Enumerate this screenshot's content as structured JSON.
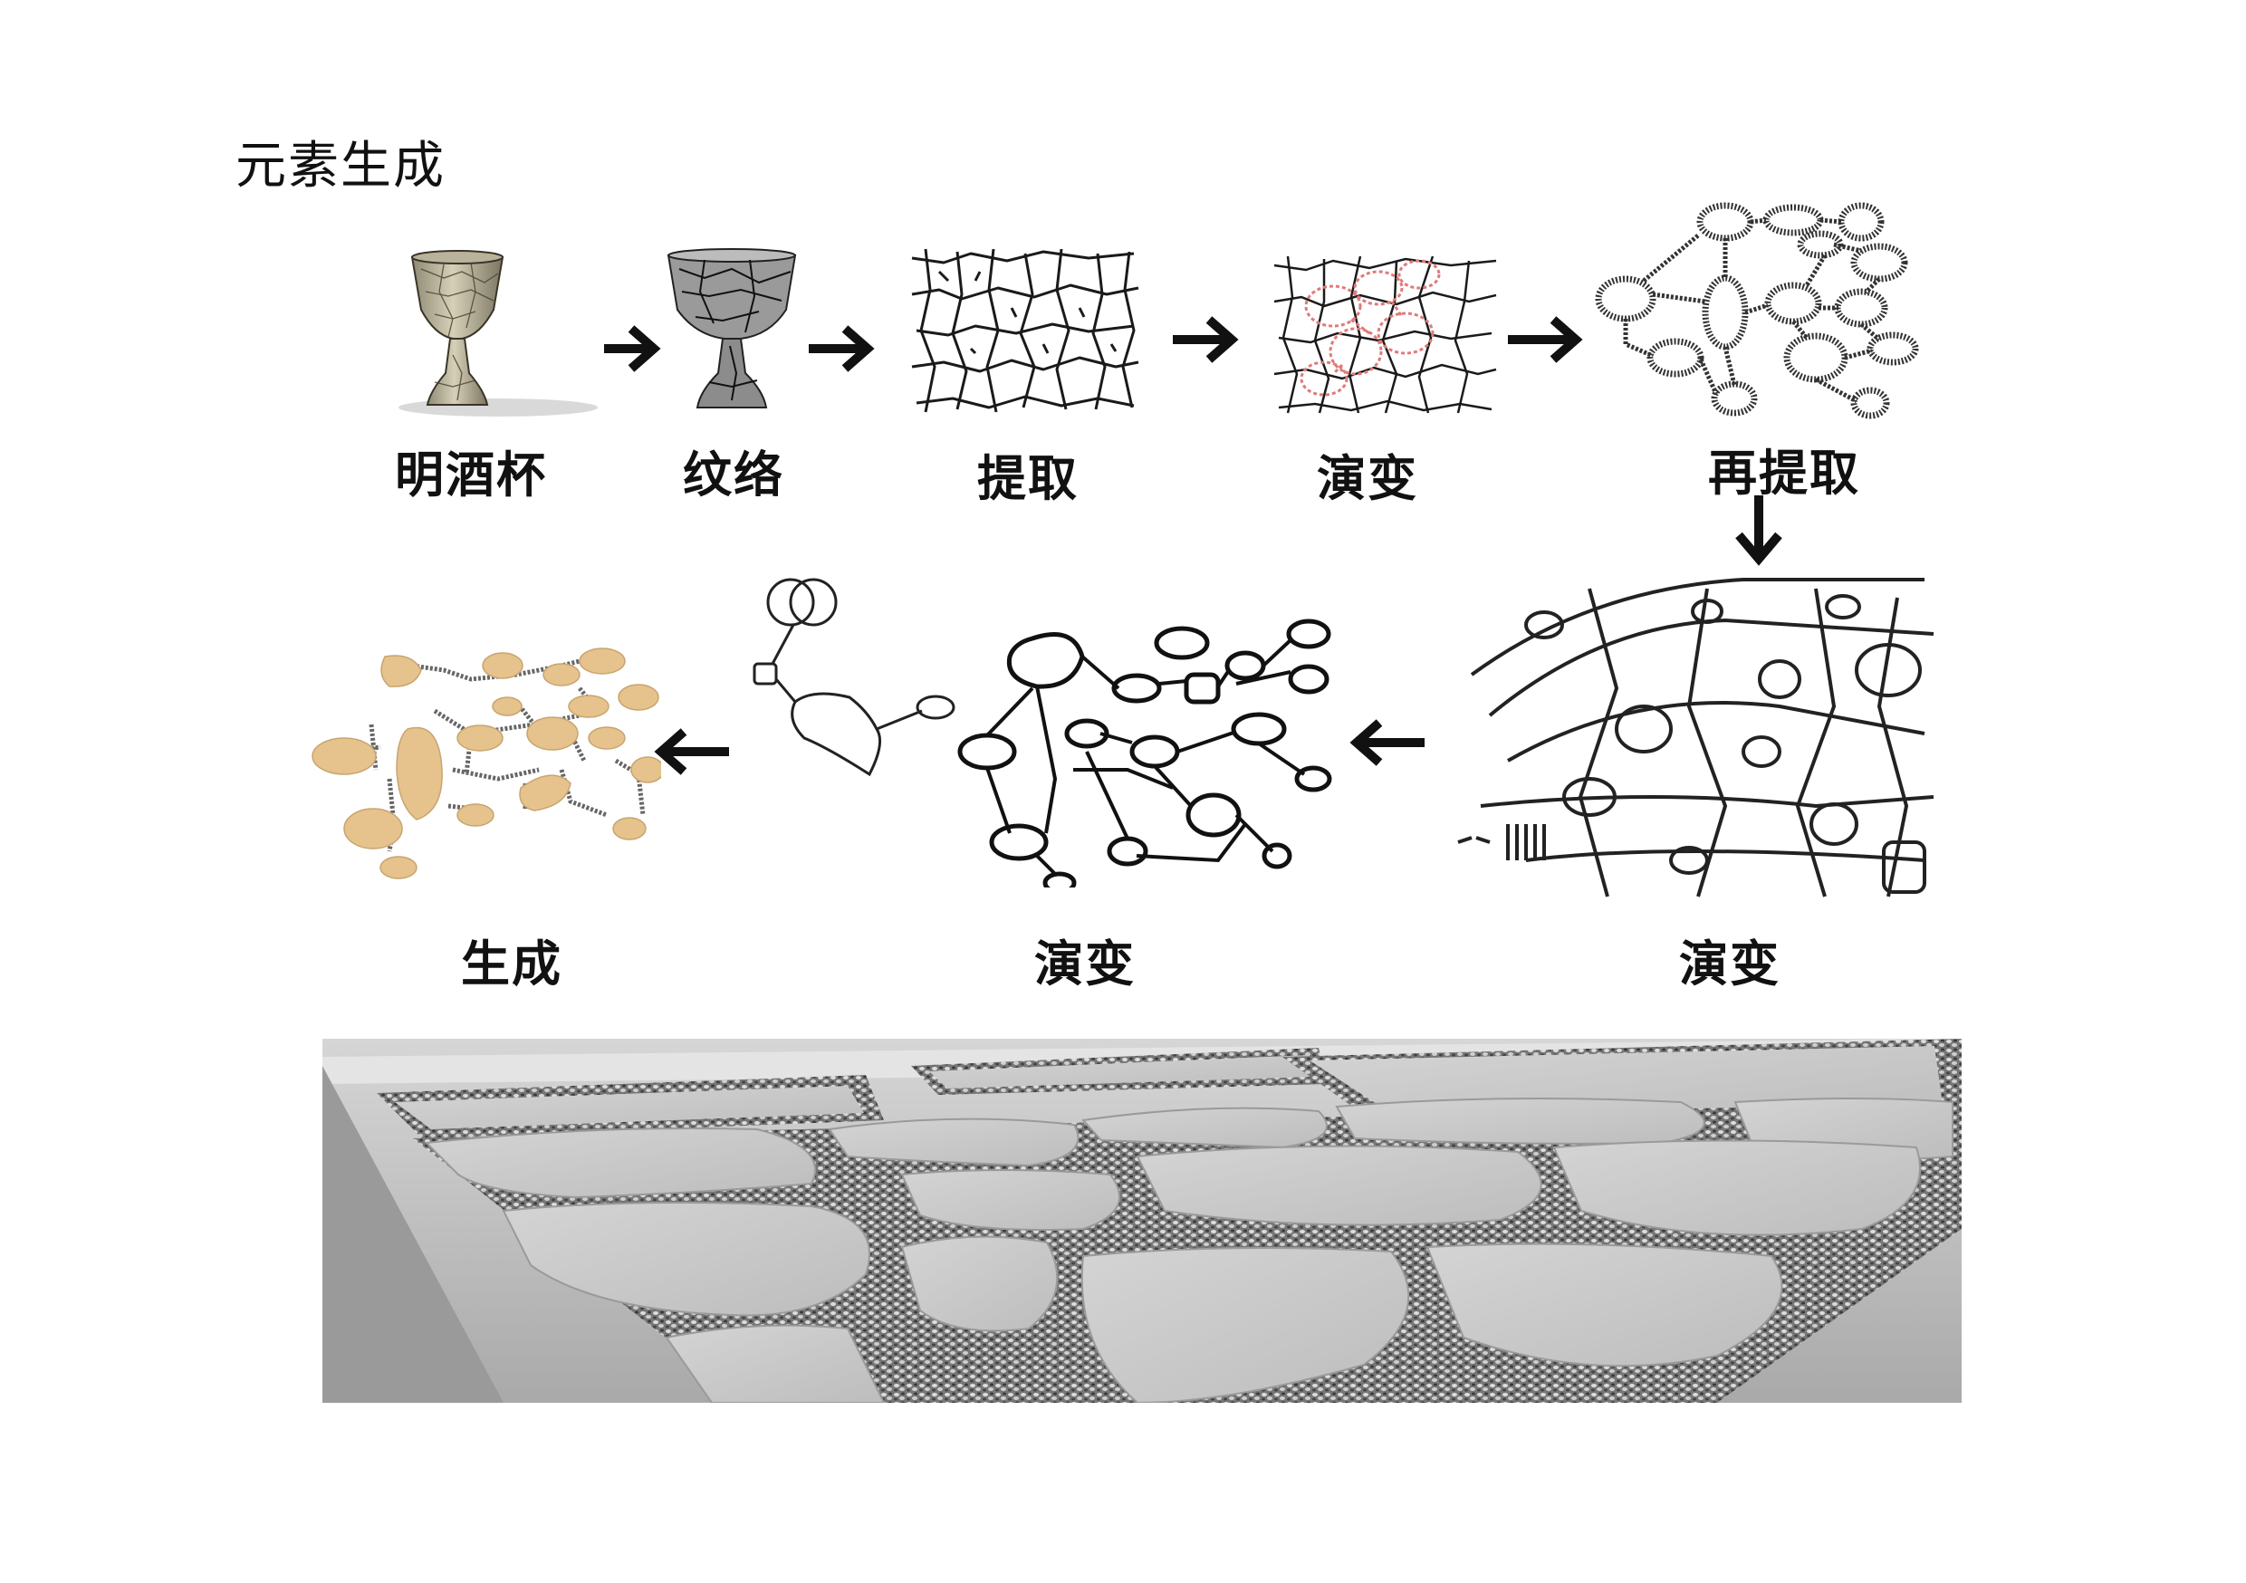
{
  "title": "元素生成",
  "row1": [
    {
      "label": "明酒杯"
    },
    {
      "label": "纹络"
    },
    {
      "label": "提取"
    },
    {
      "label": "演变"
    },
    {
      "label": "再提取"
    }
  ],
  "row2": [
    {
      "label": "演变"
    },
    {
      "label": "演变"
    },
    {
      "label": "生成"
    }
  ],
  "colors": {
    "cup_body": "#c9c2a8",
    "cup_crackle": "#5a5342",
    "ink": "#1a1a1a",
    "evolution_red": "#e08080",
    "generated_fill": "#e6c38c",
    "paving_stone": "#c8c8c8",
    "gravel": "#5a5a5a"
  }
}
